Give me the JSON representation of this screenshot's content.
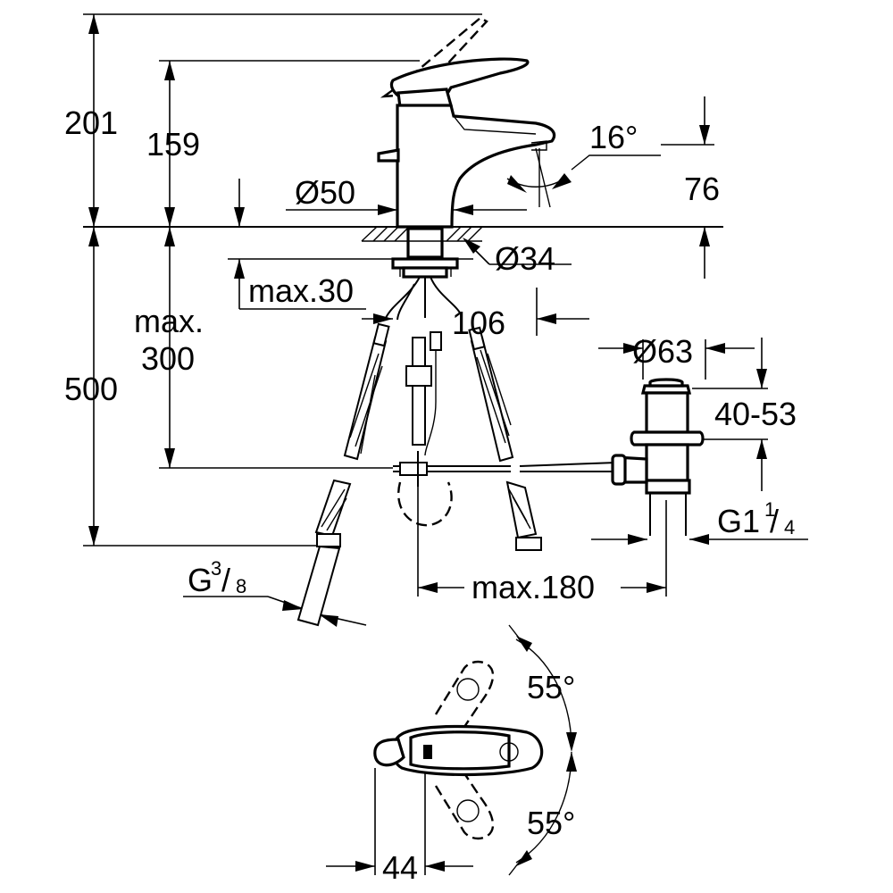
{
  "dimensions": {
    "total_height": "201",
    "spout_height": "159",
    "body_diameter": "Ø50",
    "spout_angle": "16°",
    "spout_outlet_height": "76",
    "base_diameter": "Ø34",
    "max_deck_thickness": "max.30",
    "max_lower": "max.",
    "max_lower_value": "300",
    "hose_length": "500",
    "spout_reach": "106",
    "waste_diameter": "Ø63",
    "waste_range": "40-53",
    "waste_thread_prefix": "G1",
    "waste_thread_num": "1",
    "waste_thread_slash": "/",
    "waste_thread_den": "4",
    "hose_thread_prefix": "G",
    "hose_thread_num": "3",
    "hose_thread_slash": "/",
    "hose_thread_den": "8",
    "pull_rod_length": "max.180",
    "lever_angle_upper": "55°",
    "lever_angle_lower": "55°",
    "lever_offset": "44"
  },
  "icons": [
    "faucet-side-view",
    "hose",
    "pop-up-waste",
    "lever-top-view"
  ]
}
